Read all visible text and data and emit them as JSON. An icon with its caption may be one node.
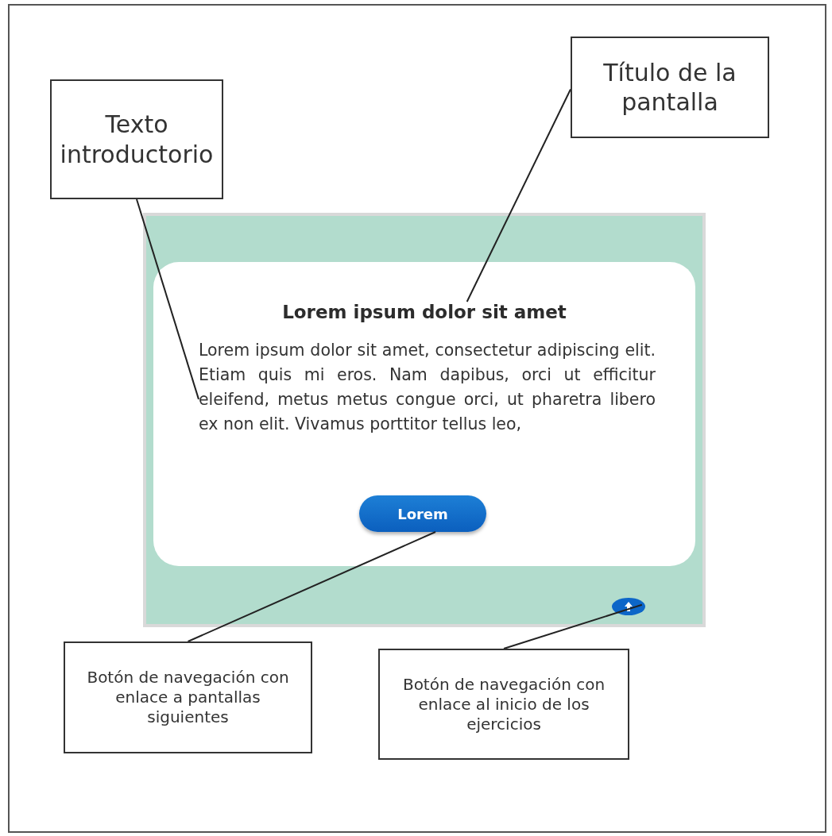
{
  "diagram": {
    "nodes": [
      {
        "text": [
          "Título de la pantalla"
        ]
      },
      {
        "text": [
          "Texto introductorio"
        ]
      },
      {
        "text": [],
        "shape": "box"
      },
      {
        "text": [],
        "shape": "box",
        "in": 2
      },
      {
        "text": [
          "Lorem ipsum dolor sit amet"
        ],
        "in": 3
      },
      {
        "text": [
          "Lorem ipsum dolor sit amet, consectetur adipiscing elit. Etiam quis mi eros. Nam dapibus, orci ut efficitur eleifend, metus metus congue orci, ut pharetra libero ex non elit. Vivamus porttitor tellus leo,"
        ],
        "in": 3
      },
      {
        "text": [
          "Lorem"
        ],
        "in": 3
      },
      {
        "text": [],
        "shape": "ellipse",
        "in": 2
      },
      {
        "text": [
          "Botón de navegación con enlace a pantallas siguientes"
        ]
      },
      {
        "text": [
          "Botón de navegación con enlace al inicio de los ejercicios"
        ]
      }
    ],
    "edges": [
      {
        "from": 0,
        "to": 4,
        "arrow": "none"
      },
      {
        "from": 1,
        "to": 5,
        "arrow": "none"
      },
      {
        "from": 8,
        "to": 6,
        "arrow": "none"
      },
      {
        "from": 9,
        "to": 7,
        "arrow": "none"
      }
    ]
  }
}
